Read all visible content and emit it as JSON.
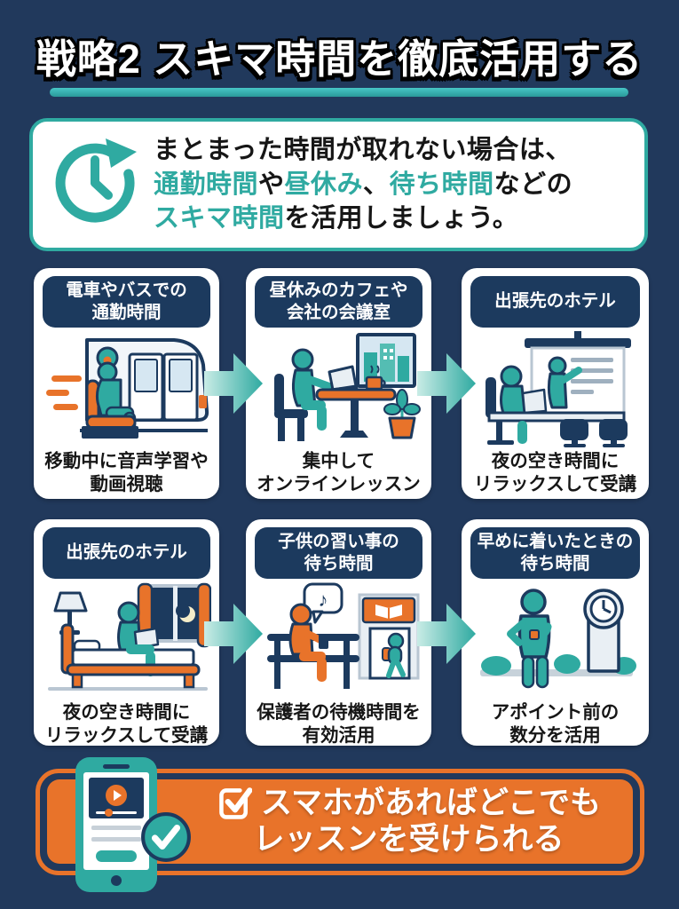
{
  "colors": {
    "background": "#21395c",
    "navy": "#1c3a5e",
    "teal": "#2faaa1",
    "teal_light": "#c9ece6",
    "orange": "#e8732a",
    "white": "#ffffff"
  },
  "header": {
    "title": "戦略2 スキマ時間を徹底活用する"
  },
  "intro": {
    "icon": "clock-refresh-icon",
    "line1": "まとまった時間が取れない場合は、",
    "line2_parts": {
      "a": "通勤時間",
      "b": "や",
      "c": "昼休み",
      "d": "、",
      "e": "待ち時間",
      "f": "などの"
    },
    "line3_parts": {
      "a": "スキマ時間",
      "b": "を活用しましょう。"
    }
  },
  "cards": [
    {
      "header_line1": "電車やバスでの",
      "header_line2": "通勤時間",
      "caption_line1": "移動中に音声学習や",
      "caption_line2": "動画視聴",
      "illustration": "person-with-headphones-on-train"
    },
    {
      "header_line1": "昼休みのカフェや",
      "header_line2": "会社の会議室",
      "caption_line1": "集中して",
      "caption_line2": "オンラインレッスン",
      "illustration": "person-at-cafe-table-with-laptop"
    },
    {
      "header_line1": "出張先のホテル",
      "header_line2": "",
      "caption_line1": "夜の空き時間に",
      "caption_line2": "リラックスして受講",
      "illustration": "meeting-room-presentation"
    },
    {
      "header_line1": "出張先のホテル",
      "header_line2": "",
      "caption_line1": "夜の空き時間に",
      "caption_line2": "リラックスして受講",
      "illustration": "person-on-hotel-bed-with-laptop"
    },
    {
      "header_line1": "子供の習い事の",
      "header_line2": "待ち時間",
      "caption_line1": "保護者の待機時間を",
      "caption_line2": "有効活用",
      "illustration": "parent-waiting-on-bench"
    },
    {
      "header_line1": "早めに着いたときの",
      "header_line2": "待ち時間",
      "caption_line1": "アポイント前の",
      "caption_line2": "数分を活用",
      "illustration": "person-checking-watch-by-clock-tower"
    }
  ],
  "banner": {
    "left_icon": "smartphone-video-check-icon",
    "text_icon": "checkbox-check-icon",
    "line1": "スマホがあればどこでも",
    "line2": "レッスンを受けられる"
  },
  "icons": {
    "music_note": "♪"
  }
}
